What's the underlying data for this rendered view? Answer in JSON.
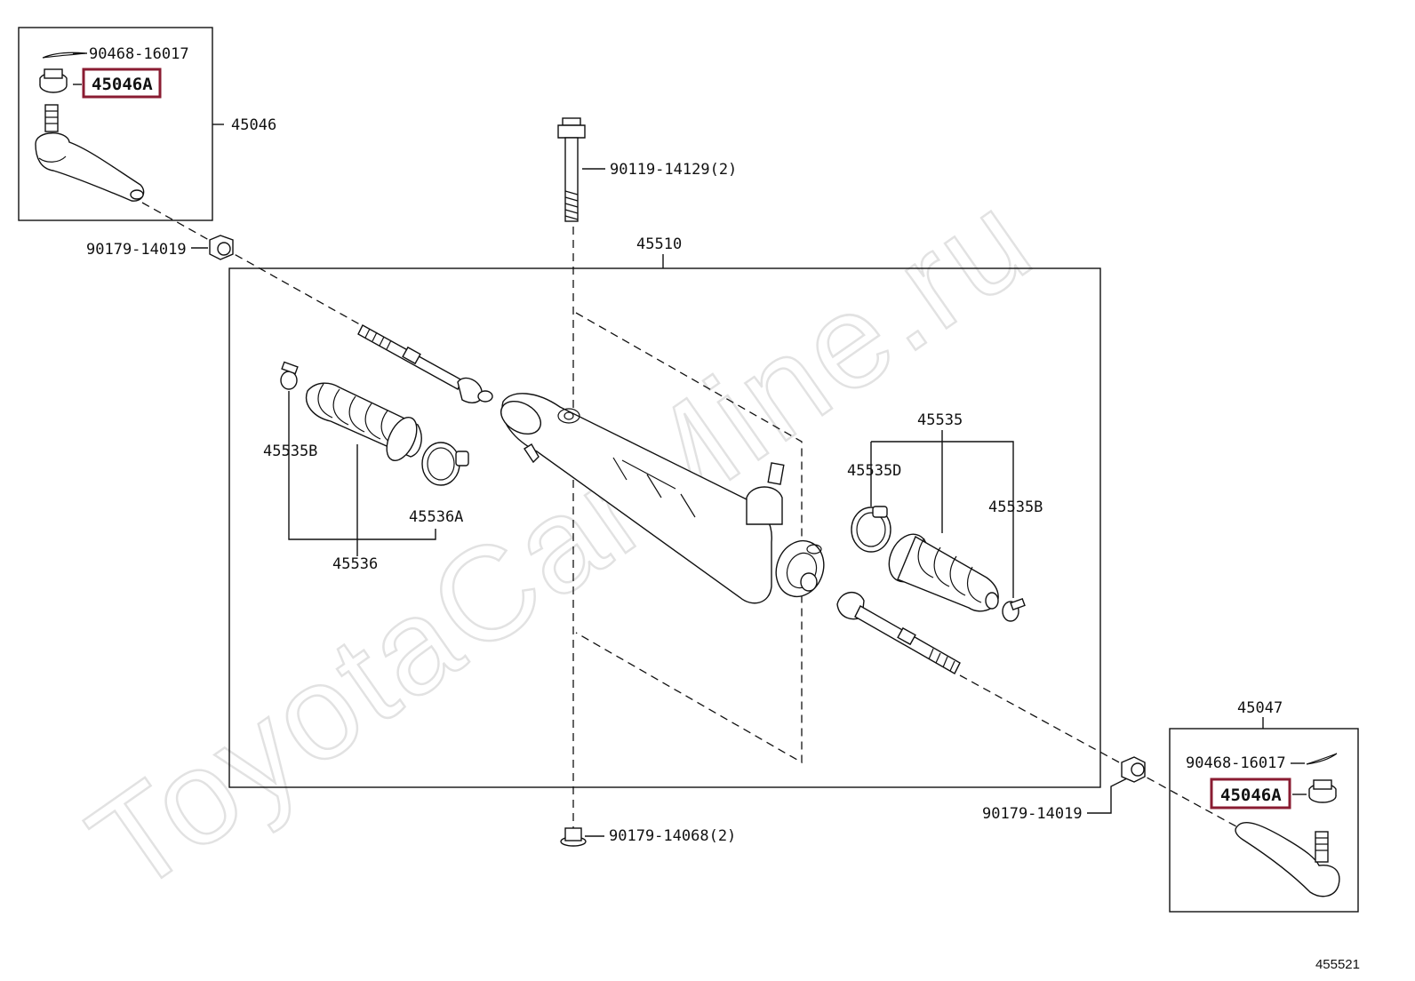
{
  "watermark": "ToyotaCarMine.ru",
  "figure_number": "455521",
  "highlight_color": "#8a1c32",
  "labels": {
    "l_90468_top": "90468-16017",
    "l_45046A_top": "45046A",
    "l_45046": "45046",
    "l_90179_14019_left": "90179-14019",
    "l_90119": "90119-14129(2)",
    "l_45510": "45510",
    "l_45535B_left": "45535B",
    "l_45536A": "45536A",
    "l_45536": "45536",
    "l_45535": "45535",
    "l_45535D": "45535D",
    "l_45535B_right": "45535B",
    "l_45047": "45047",
    "l_90468_bottom": "90468-16017",
    "l_45046A_bottom": "45046A",
    "l_90179_14019_right": "90179-14019",
    "l_90179_14068": "90179-14068(2)"
  }
}
